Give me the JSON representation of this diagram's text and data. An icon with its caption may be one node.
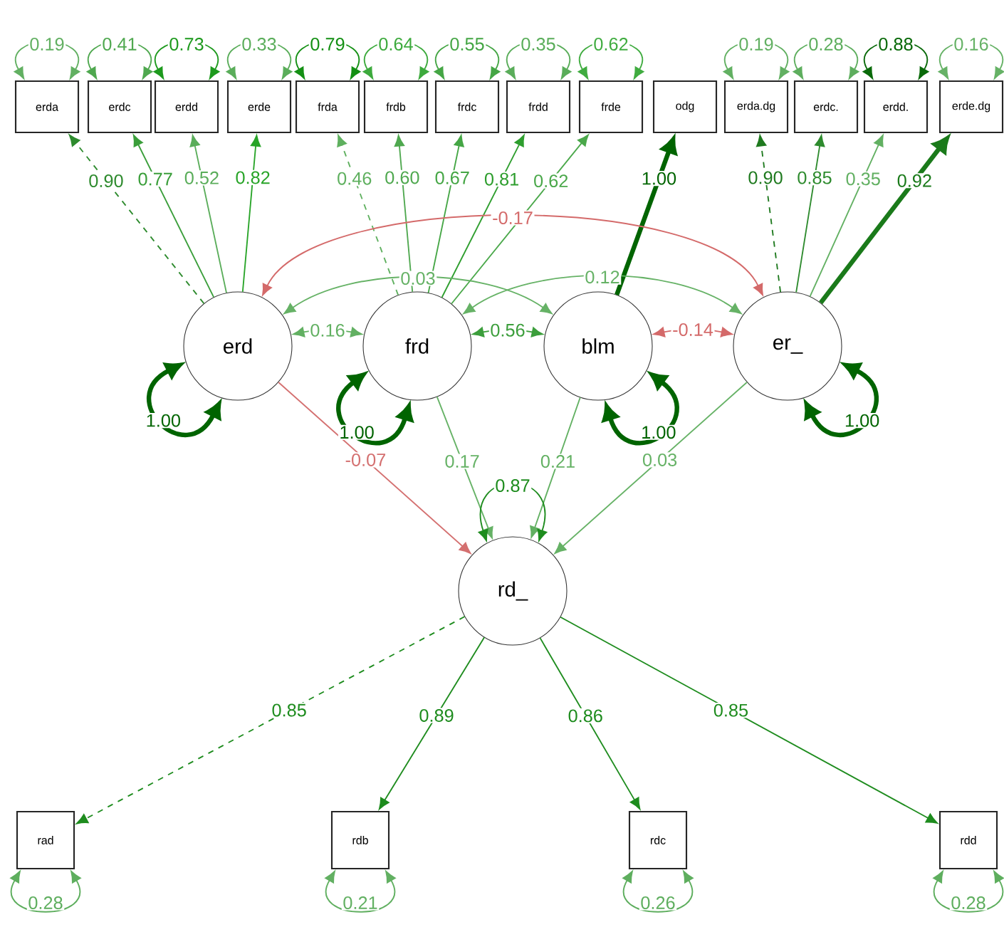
{
  "diagram": {
    "nodes": [
      {
        "text": [
          "erda"
        ]
      },
      {
        "text": [
          "erdc"
        ]
      },
      {
        "text": [
          "erdd"
        ]
      },
      {
        "text": [
          "erde"
        ]
      },
      {
        "text": [
          "frda"
        ]
      },
      {
        "text": [
          "frdb"
        ]
      },
      {
        "text": [
          "frdc"
        ]
      },
      {
        "text": [
          "frdd"
        ]
      },
      {
        "text": [
          "frde"
        ]
      },
      {
        "text": [
          "odg"
        ]
      },
      {
        "text": [
          "erda.dg"
        ]
      },
      {
        "text": [
          "erdc."
        ]
      },
      {
        "text": [
          "erdd."
        ]
      },
      {
        "text": [
          "erde.dg"
        ]
      },
      {
        "text": [
          "erd"
        ]
      },
      {
        "text": [
          "frd"
        ]
      },
      {
        "text": [
          "blm"
        ]
      },
      {
        "text": [
          "er_"
        ]
      },
      {
        "text": [
          "rd_"
        ]
      },
      {
        "text": [
          "rad"
        ]
      },
      {
        "text": [
          "rdb"
        ]
      },
      {
        "text": [
          "rdc"
        ]
      },
      {
        "text": [
          "rdd"
        ]
      }
    ],
    "edges": [
      {
        "from": 14,
        "to": 0,
        "arrow": "to",
        "label": "0.90",
        "style": "dashed",
        "color": "#2e8b2e"
      },
      {
        "from": 14,
        "to": 1,
        "arrow": "to",
        "label": "0.77",
        "color": "#3a9e3a"
      },
      {
        "from": 14,
        "to": 2,
        "arrow": "to",
        "label": "0.52",
        "color": "#5aad5a"
      },
      {
        "from": 14,
        "to": 3,
        "arrow": "to",
        "label": "0.82",
        "color": "#28a428"
      },
      {
        "from": 15,
        "to": 4,
        "arrow": "to",
        "label": "0.46",
        "style": "dashed",
        "color": "#5fb05f"
      },
      {
        "from": 15,
        "to": 5,
        "arrow": "to",
        "label": "0.60",
        "color": "#4fa84f"
      },
      {
        "from": 15,
        "to": 6,
        "arrow": "to",
        "label": "0.67",
        "color": "#45a645"
      },
      {
        "from": 15,
        "to": 7,
        "arrow": "to",
        "label": "0.81",
        "color": "#2e9e2e"
      },
      {
        "from": 15,
        "to": 8,
        "arrow": "to",
        "label": "0.62",
        "color": "#4aa84a"
      },
      {
        "from": 16,
        "to": 9,
        "arrow": "to",
        "label": "1.00",
        "style": "thick",
        "color": "#006400"
      },
      {
        "from": 17,
        "to": 10,
        "arrow": "to",
        "label": "0.90",
        "style": "dashed",
        "color": "#1f7a1f"
      },
      {
        "from": 17,
        "to": 11,
        "arrow": "to",
        "label": "0.85",
        "color": "#2e8b2e"
      },
      {
        "from": 17,
        "to": 12,
        "arrow": "to",
        "label": "0.35",
        "color": "#62b062"
      },
      {
        "from": 17,
        "to": 13,
        "arrow": "to",
        "label": "0.92",
        "style": "thick",
        "color": "#1a7a1a"
      },
      {
        "from": 14,
        "to": 15,
        "arrow": "both",
        "label": "0.16",
        "color": "#62b062"
      },
      {
        "from": 14,
        "to": 16,
        "arrow": "both",
        "label": "0.03",
        "color": "#66b266"
      },
      {
        "from": 14,
        "to": 17,
        "arrow": "both",
        "label": "-0.17",
        "color": "#d46a6a"
      },
      {
        "from": 15,
        "to": 16,
        "arrow": "both",
        "label": "0.56",
        "color": "#3c9e3c"
      },
      {
        "from": 15,
        "to": 17,
        "arrow": "both",
        "label": "0.12",
        "color": "#66b266"
      },
      {
        "from": 16,
        "to": 17,
        "arrow": "both",
        "label": "-0.14",
        "color": "#d46a6a"
      },
      {
        "from": 14,
        "to": 18,
        "arrow": "to",
        "label": "-0.07",
        "color": "#d47070"
      },
      {
        "from": 15,
        "to": 18,
        "arrow": "to",
        "label": "0.17",
        "color": "#66b266"
      },
      {
        "from": 16,
        "to": 18,
        "arrow": "to",
        "label": "0.21",
        "color": "#62b062"
      },
      {
        "from": 17,
        "to": 18,
        "arrow": "to",
        "label": "0.03",
        "color": "#66b266"
      },
      {
        "from": 18,
        "to": 19,
        "arrow": "to",
        "label": "0.85",
        "style": "dashed"
      },
      {
        "from": 18,
        "to": 20,
        "arrow": "to",
        "label": "0.89"
      },
      {
        "from": 18,
        "to": 21,
        "arrow": "to",
        "label": "0.86"
      },
      {
        "from": 18,
        "to": 22,
        "arrow": "to",
        "label": "0.85"
      },
      {
        "from": 0,
        "to": 0,
        "arrow": "both",
        "label": "0.19",
        "color": "#62b062"
      },
      {
        "from": 1,
        "to": 1,
        "arrow": "both",
        "label": "0.41",
        "color": "#4fa84f"
      },
      {
        "from": 2,
        "to": 2,
        "arrow": "both",
        "label": "0.73",
        "color": "#1e9a1e"
      },
      {
        "from": 3,
        "to": 3,
        "arrow": "both",
        "label": "0.33",
        "color": "#5aad5a"
      },
      {
        "from": 4,
        "to": 4,
        "arrow": "both",
        "label": "0.79",
        "color": "#149014"
      },
      {
        "from": 5,
        "to": 5,
        "arrow": "both",
        "label": "0.64",
        "color": "#3daa3d"
      },
      {
        "from": 6,
        "to": 6,
        "arrow": "both",
        "label": "0.55",
        "color": "#45a645"
      },
      {
        "from": 7,
        "to": 7,
        "arrow": "both",
        "label": "0.35",
        "color": "#5aad5a"
      },
      {
        "from": 8,
        "to": 8,
        "arrow": "both",
        "label": "0.62",
        "color": "#40ac40"
      },
      {
        "from": 10,
        "to": 10,
        "arrow": "both",
        "label": "0.19",
        "color": "#62b062"
      },
      {
        "from": 11,
        "to": 11,
        "arrow": "both",
        "label": "0.28",
        "color": "#5eae5e"
      },
      {
        "from": 12,
        "to": 12,
        "arrow": "both",
        "label": "0.88",
        "color": "#0a6a0a"
      },
      {
        "from": 13,
        "to": 13,
        "arrow": "both",
        "label": "0.16",
        "color": "#66b266"
      },
      {
        "from": 14,
        "to": 14,
        "arrow": "both",
        "label": "1.00",
        "style": "thick",
        "color": "#006400"
      },
      {
        "from": 15,
        "to": 15,
        "arrow": "both",
        "label": "1.00",
        "style": "thick",
        "color": "#006400"
      },
      {
        "from": 16,
        "to": 16,
        "arrow": "both",
        "label": "1.00",
        "style": "thick",
        "color": "#006400"
      },
      {
        "from": 17,
        "to": 17,
        "arrow": "both",
        "label": "1.00",
        "style": "thick",
        "color": "#006400"
      },
      {
        "from": 18,
        "to": 18,
        "arrow": "both",
        "label": "0.87"
      },
      {
        "from": 19,
        "to": 19,
        "arrow": "both",
        "label": "0.28",
        "color": "#5eae5e"
      },
      {
        "from": 20,
        "to": 20,
        "arrow": "both",
        "label": "0.21",
        "color": "#62b062"
      },
      {
        "from": 21,
        "to": 21,
        "arrow": "both",
        "label": "0.26",
        "color": "#5eae5e"
      },
      {
        "from": 22,
        "to": 22,
        "arrow": "both",
        "label": "0.28",
        "color": "#5eae5e"
      }
    ]
  }
}
